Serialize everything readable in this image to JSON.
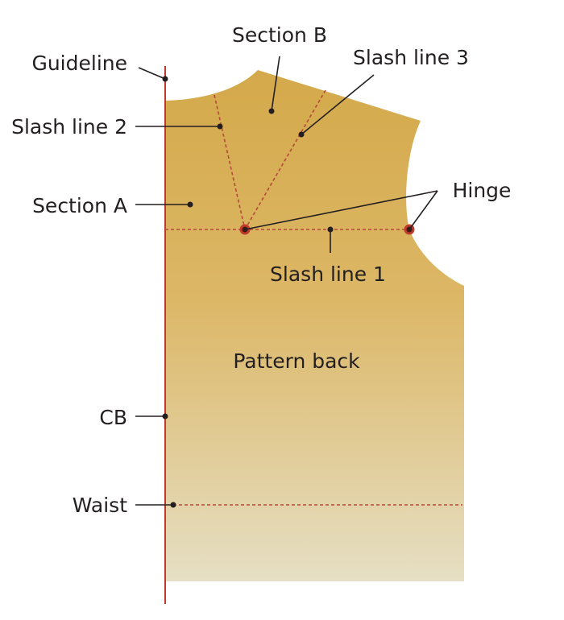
{
  "diagram": {
    "colors": {
      "pattern_top": "#d4a94b",
      "pattern_bottom": "#e6dfc4",
      "dash": "#b5493a",
      "guideline": "#c0392b",
      "text": "#231f20"
    },
    "labels": {
      "section_b": "Section B",
      "guideline": "Guideline",
      "slash_line_3": "Slash line 3",
      "slash_line_2": "Slash line 2",
      "hinge": "Hinge",
      "section_a": "Section A",
      "slash_line_1": "Slash line 1",
      "pattern_back": "Pattern back",
      "cb": "CB",
      "waist": "Waist"
    }
  }
}
